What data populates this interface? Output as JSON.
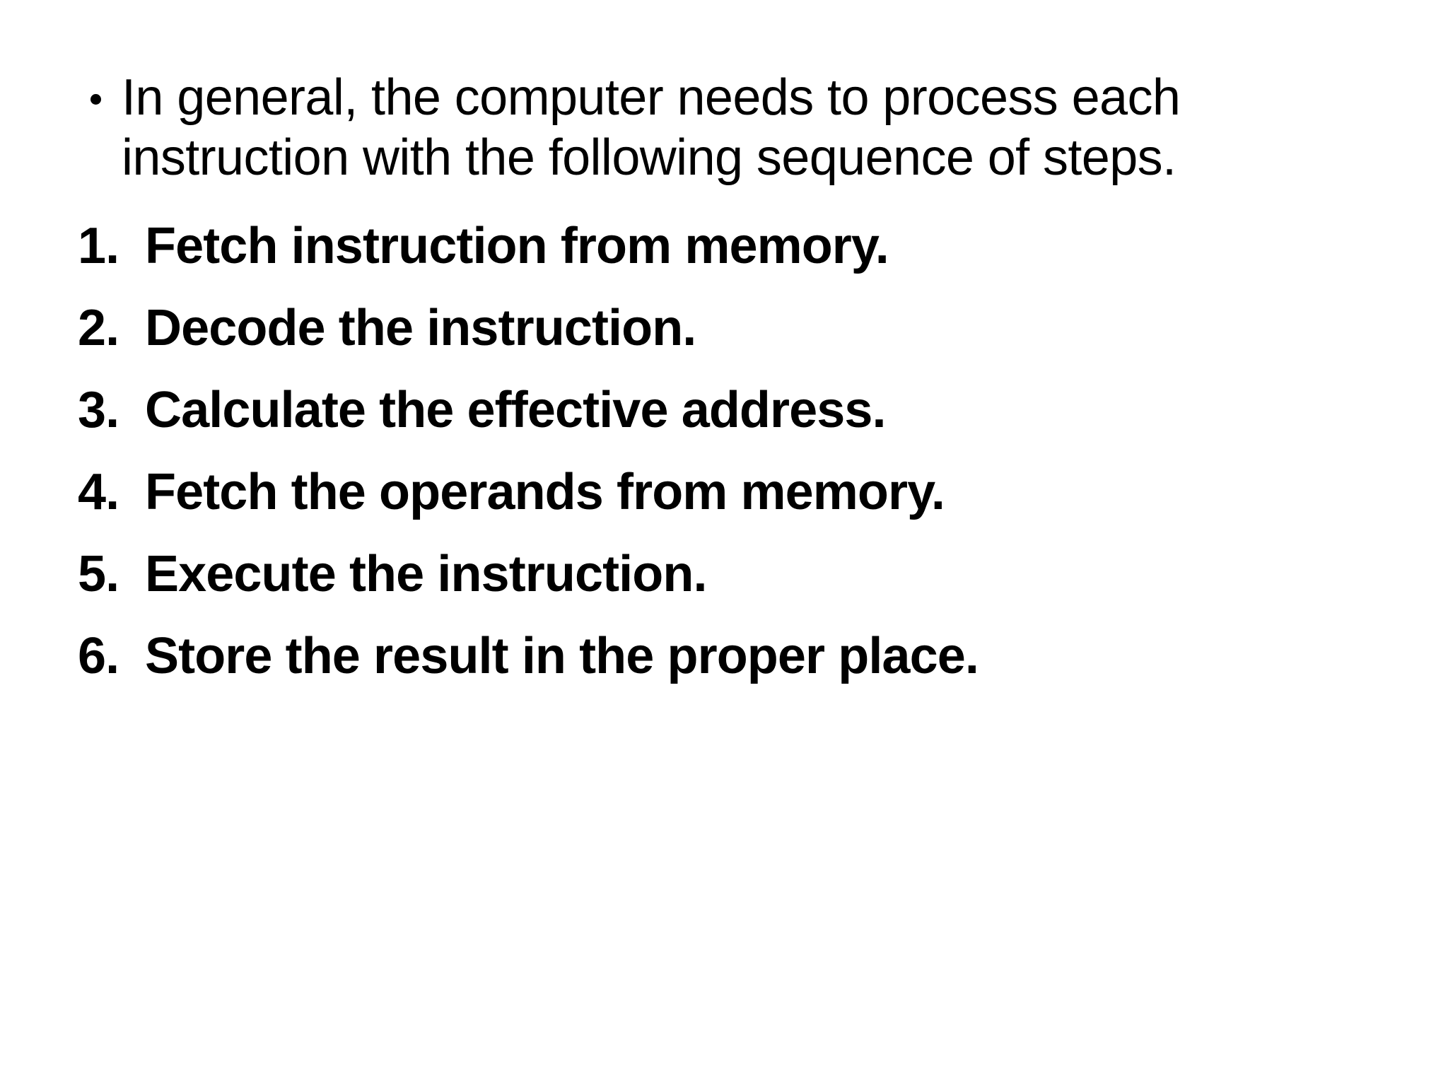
{
  "slide": {
    "background_color": "#ffffff",
    "text_color": "#000000",
    "intro": {
      "bullet_glyph": "•",
      "text": "In general, the computer needs to process each instruction with the following sequence of steps."
    },
    "steps": [
      {
        "number": "1.",
        "text": "Fetch instruction from memory."
      },
      {
        "number": "2.",
        "text": "Decode the instruction."
      },
      {
        "number": "3.",
        "text": "Calculate the effective address."
      },
      {
        "number": "4.",
        "text": "Fetch the operands from memory."
      },
      {
        "number": "5.",
        "text": "Execute the instruction."
      },
      {
        "number": "6.",
        "text": "Store the result in the proper place."
      }
    ]
  }
}
